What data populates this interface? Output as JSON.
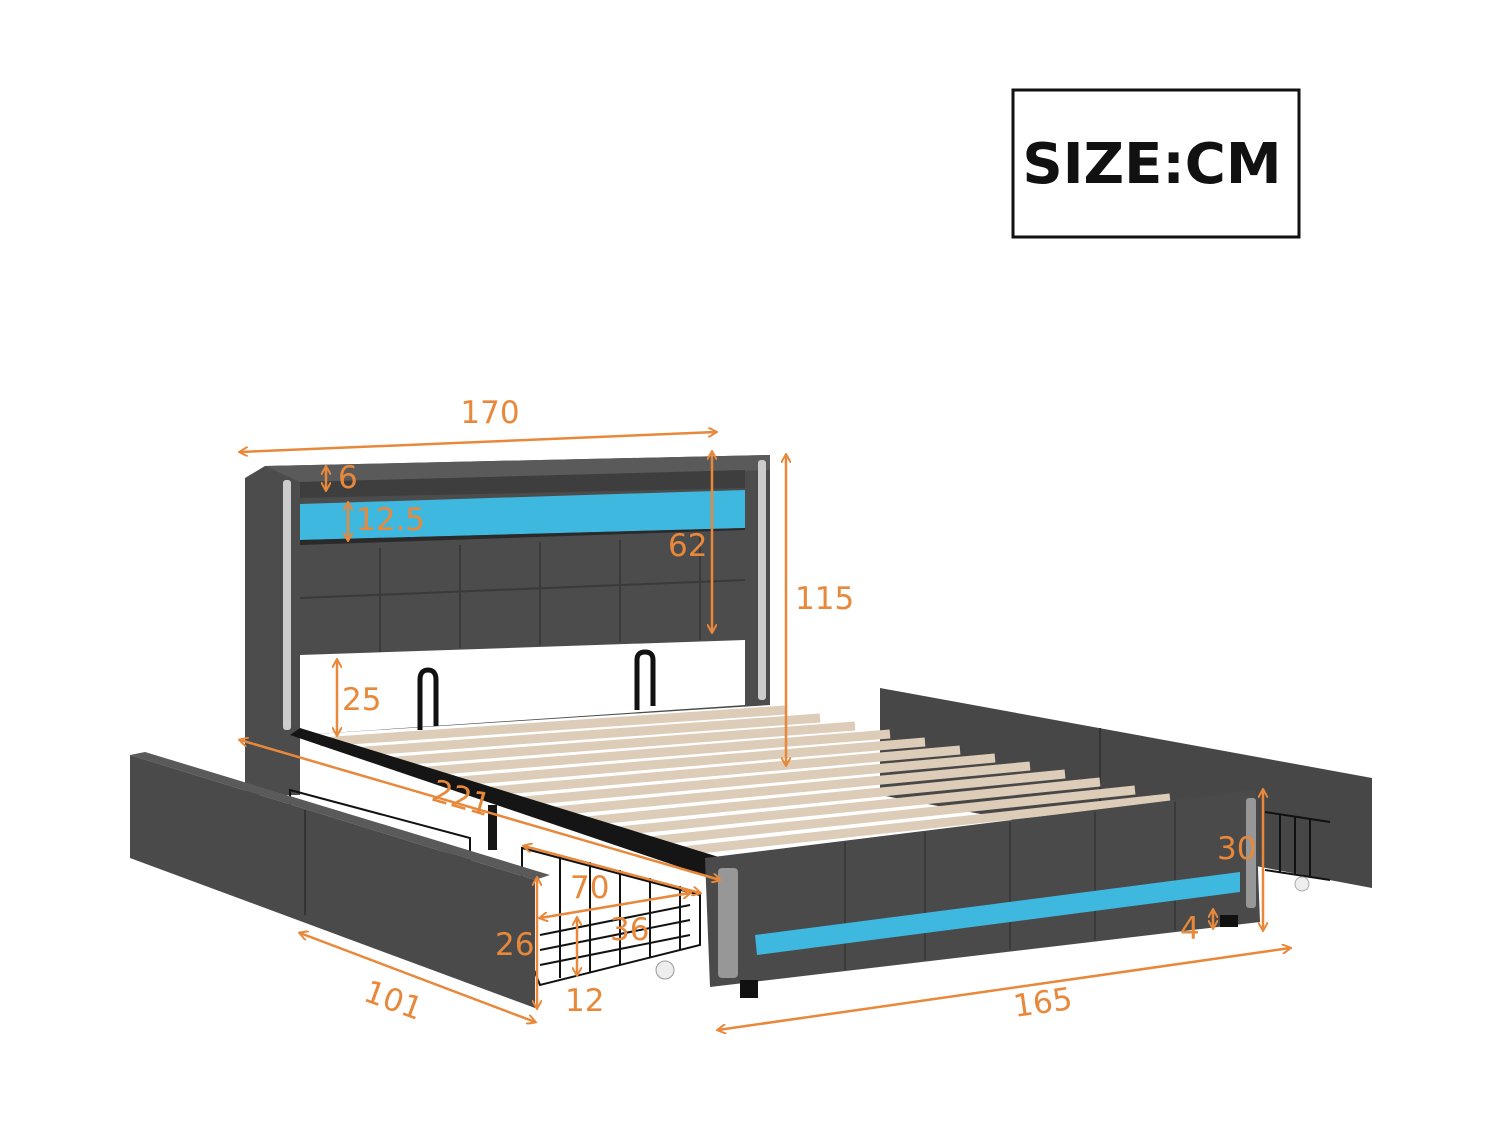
{
  "unit_label": "SIZE:CM",
  "colors": {
    "dimension": "#e8883a",
    "fabric": "#4a4a4a",
    "led": "#3fb8e0",
    "slat": "#dcccb8",
    "frame": "#151515"
  },
  "dimensions": {
    "headboard_width": "170",
    "shelf_thickness": "6",
    "led_shelf_height": "12.5",
    "headboard_panel_height": "62",
    "total_height": "115",
    "underbed_clearance": "25",
    "total_length": "221",
    "drawer_length": "70",
    "drawer_width": "36",
    "drawer_panel_height": "26",
    "drawer_basket_height": "12",
    "drawer_panel_length": "101",
    "footboard_width": "165",
    "footboard_height": "30",
    "leg_height": "4"
  }
}
